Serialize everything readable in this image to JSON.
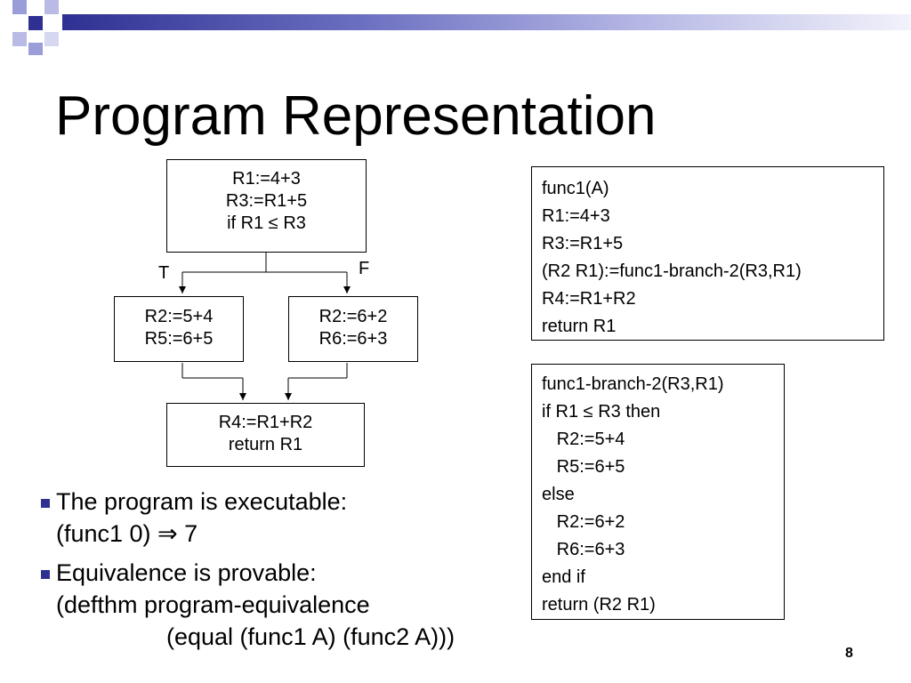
{
  "title": "Program Representation",
  "cfg": {
    "entry": {
      "lines": [
        "R1:=4+3",
        "R3:=R1+5",
        "if R1 ≤ R3"
      ]
    },
    "true_label": "T",
    "false_label": "F",
    "branch_true": {
      "lines": [
        "R2:=5+4",
        "R5:=6+5"
      ]
    },
    "branch_false": {
      "lines": [
        "R2:=6+2",
        "R6:=6+3"
      ]
    },
    "exit": {
      "lines": [
        "R4:=R1+R2",
        "return R1"
      ]
    }
  },
  "func1": {
    "lines": [
      "func1(A)",
      "R1:=4+3",
      "R3:=R1+5",
      "(R2 R1):=func1-branch-2(R3,R1)",
      "R4:=R1+R2",
      "return R1"
    ]
  },
  "func1_branch": {
    "lines": [
      "func1-branch-2(R3,R1)",
      "if R1 ≤ R3 then",
      "   R2:=5+4",
      "   R5:=6+5",
      "else",
      "   R2:=6+2",
      "   R6:=6+3",
      "end if",
      "return (R2 R1)"
    ]
  },
  "bullets": [
    {
      "text": "The program is executable:",
      "sub": [
        "(func1 0) ⇒ 7"
      ]
    },
    {
      "text": "Equivalence is provable:",
      "sub": [
        "(defthm program-equivalence"
      ],
      "sub2": [
        "(equal (func1 A) (func2 A)))"
      ]
    }
  ],
  "page_number": "8",
  "colors": {
    "accent": "#2e3192",
    "accent_light": "#9a9dd8",
    "bullet": "#2e3192"
  }
}
